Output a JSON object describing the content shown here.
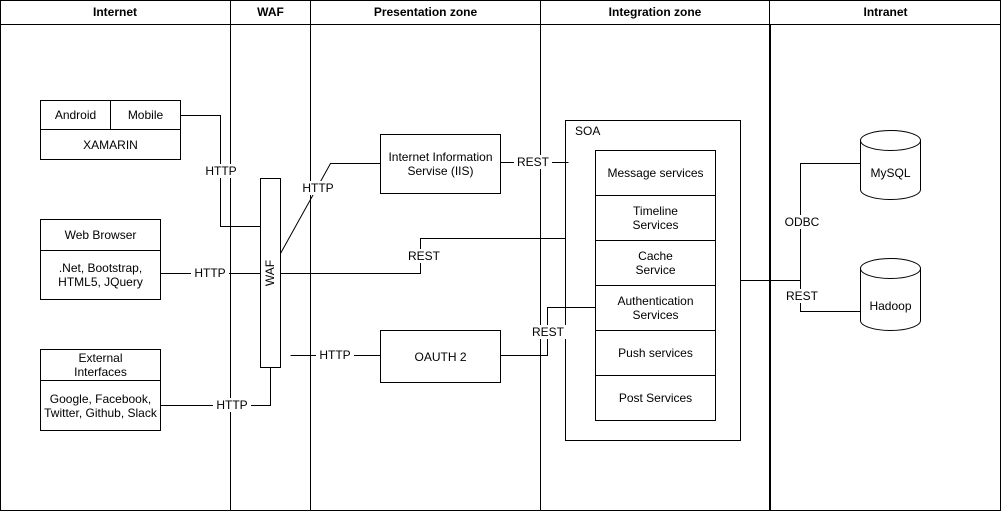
{
  "zones": {
    "internet": "Internet",
    "waf": "WAF",
    "presentation": "Presentation zone",
    "integration": "Integration zone",
    "intranet": "Intranet"
  },
  "clients": {
    "mobile": {
      "android": "Android",
      "mobile": "Mobile",
      "framework": "XAMARIN"
    },
    "web": {
      "title": "Web Browser",
      "tech": [
        ".Net, Bootstrap,",
        "HTML5, JQuery"
      ]
    },
    "external": {
      "title": [
        "External",
        "Interfaces"
      ],
      "providers": [
        "Google, Facebook,",
        "Twitter, Github, Slack"
      ]
    }
  },
  "waf_label": "WAF",
  "presentation": {
    "iis": [
      "Internet Information",
      "Servise (IIS)"
    ],
    "oauth": "OAUTH 2"
  },
  "soa": {
    "title": "SOA",
    "services": [
      [
        "Message services"
      ],
      [
        "Timeline",
        "Services"
      ],
      [
        "Cache",
        "Service"
      ],
      [
        "Authentication",
        "Services"
      ],
      [
        "Push services"
      ],
      [
        "Post Services"
      ]
    ]
  },
  "intranet": {
    "mysql": "MySQL",
    "hadoop": "Hadoop"
  },
  "connections": {
    "mobile_http": "HTTP",
    "waf_iis_http": "HTTP",
    "web_http": "HTTP",
    "external_http": "HTTP",
    "waf_oauth_http": "HTTP",
    "iis_rest": "REST",
    "waf_soa_rest": "REST",
    "oauth_rest": "REST",
    "odbc": "ODBC",
    "hadoop_rest": "REST"
  },
  "colors": {
    "stroke": "#000000",
    "fill": "#ffffff"
  }
}
